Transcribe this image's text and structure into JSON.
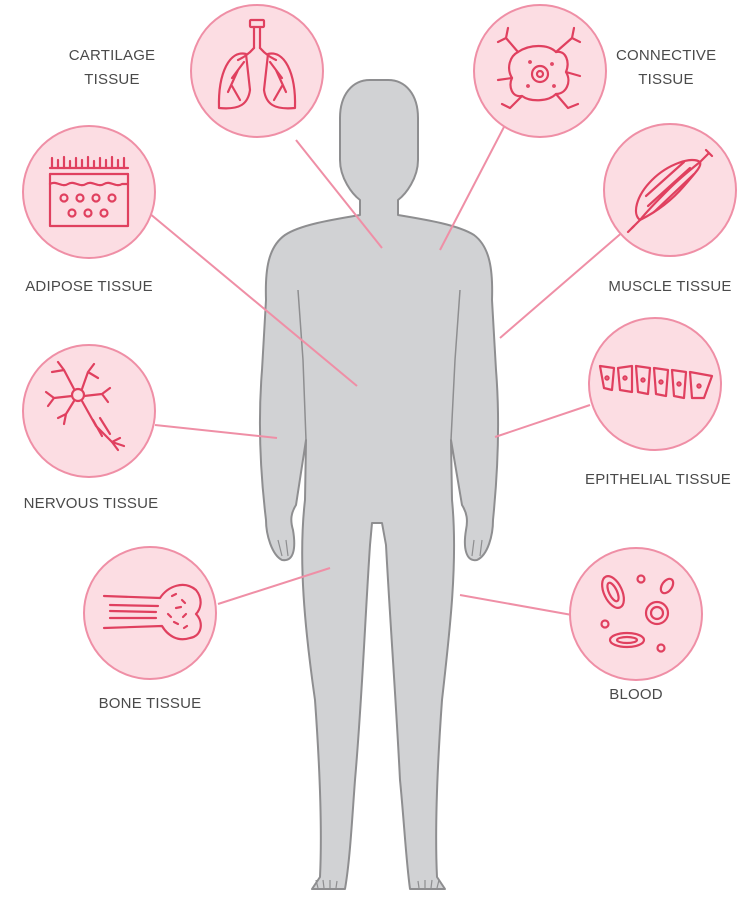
{
  "colors": {
    "body_fill": "#d1d2d4",
    "body_stroke": "#8e8e90",
    "circle_fill": "#fcdde3",
    "circle_stroke": "#ef8fa6",
    "icon_stroke": "#e0405f",
    "leader_line": "#ef8fa6",
    "label_text": "#4a4a4a"
  },
  "labels": {
    "cartilage": {
      "line1": "CARTILAGE",
      "line2": "TISSUE",
      "icon": "lungs-icon"
    },
    "connective": {
      "line1": "CONNECTIVE",
      "line2": "TISSUE",
      "icon": "connective-cell-icon"
    },
    "adipose": {
      "text": "ADIPOSE TISSUE",
      "icon": "adipose-layers-icon"
    },
    "muscle": {
      "text": "MUSCLE TISSUE",
      "icon": "muscle-fiber-icon"
    },
    "nervous": {
      "text": "NERVOUS TISSUE",
      "icon": "neuron-icon"
    },
    "epithelial": {
      "text": "EPITHELIAL TISSUE",
      "icon": "epithelial-cells-icon"
    },
    "bone": {
      "text": "BONE TISSUE",
      "icon": "bone-icon"
    },
    "blood": {
      "text": "BLOOD",
      "icon": "blood-cells-icon"
    }
  }
}
